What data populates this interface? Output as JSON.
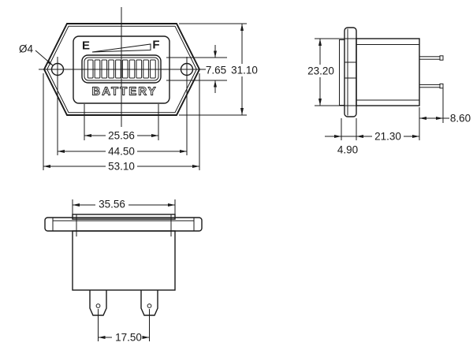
{
  "colors": {
    "line": "#1a1a1a",
    "background": "#ffffff"
  },
  "front_view": {
    "labels": {
      "hole_diameter": "Ø4",
      "empty": "E",
      "full": "F",
      "device": "BATTERY"
    },
    "gauge": {
      "segment_count": 10
    },
    "dimensions": {
      "display_height": "7.65",
      "overall_height": "31.10",
      "display_width": "25.56",
      "hole_spacing": "44.50",
      "overall_width": "53.10"
    }
  },
  "side_view": {
    "dimensions": {
      "body_height": "23.20",
      "flange_thickness": "4.90",
      "body_depth": "21.30",
      "pin_protrusion": "8.60"
    }
  },
  "bottom_view": {
    "dimensions": {
      "body_width": "35.56",
      "terminal_spacing": "17.50"
    }
  }
}
